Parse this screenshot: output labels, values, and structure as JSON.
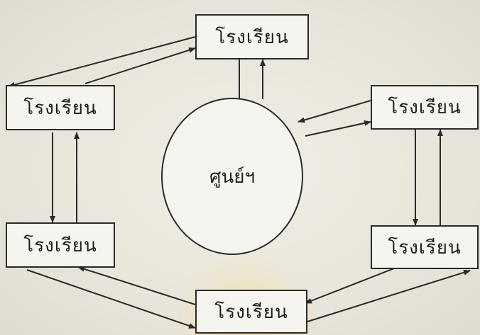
{
  "diagram": {
    "center": {
      "label": "ศูนย์ฯ"
    },
    "nodes": {
      "top": {
        "label": "โรงเรียน"
      },
      "upper_left": {
        "label": "โรงเรียน"
      },
      "upper_right": {
        "label": "โรงเรียน"
      },
      "lower_left": {
        "label": "โรงเรียน"
      },
      "lower_right": {
        "label": "โรงเรียน"
      },
      "bottom": {
        "label": "โรงเรียน"
      }
    }
  }
}
